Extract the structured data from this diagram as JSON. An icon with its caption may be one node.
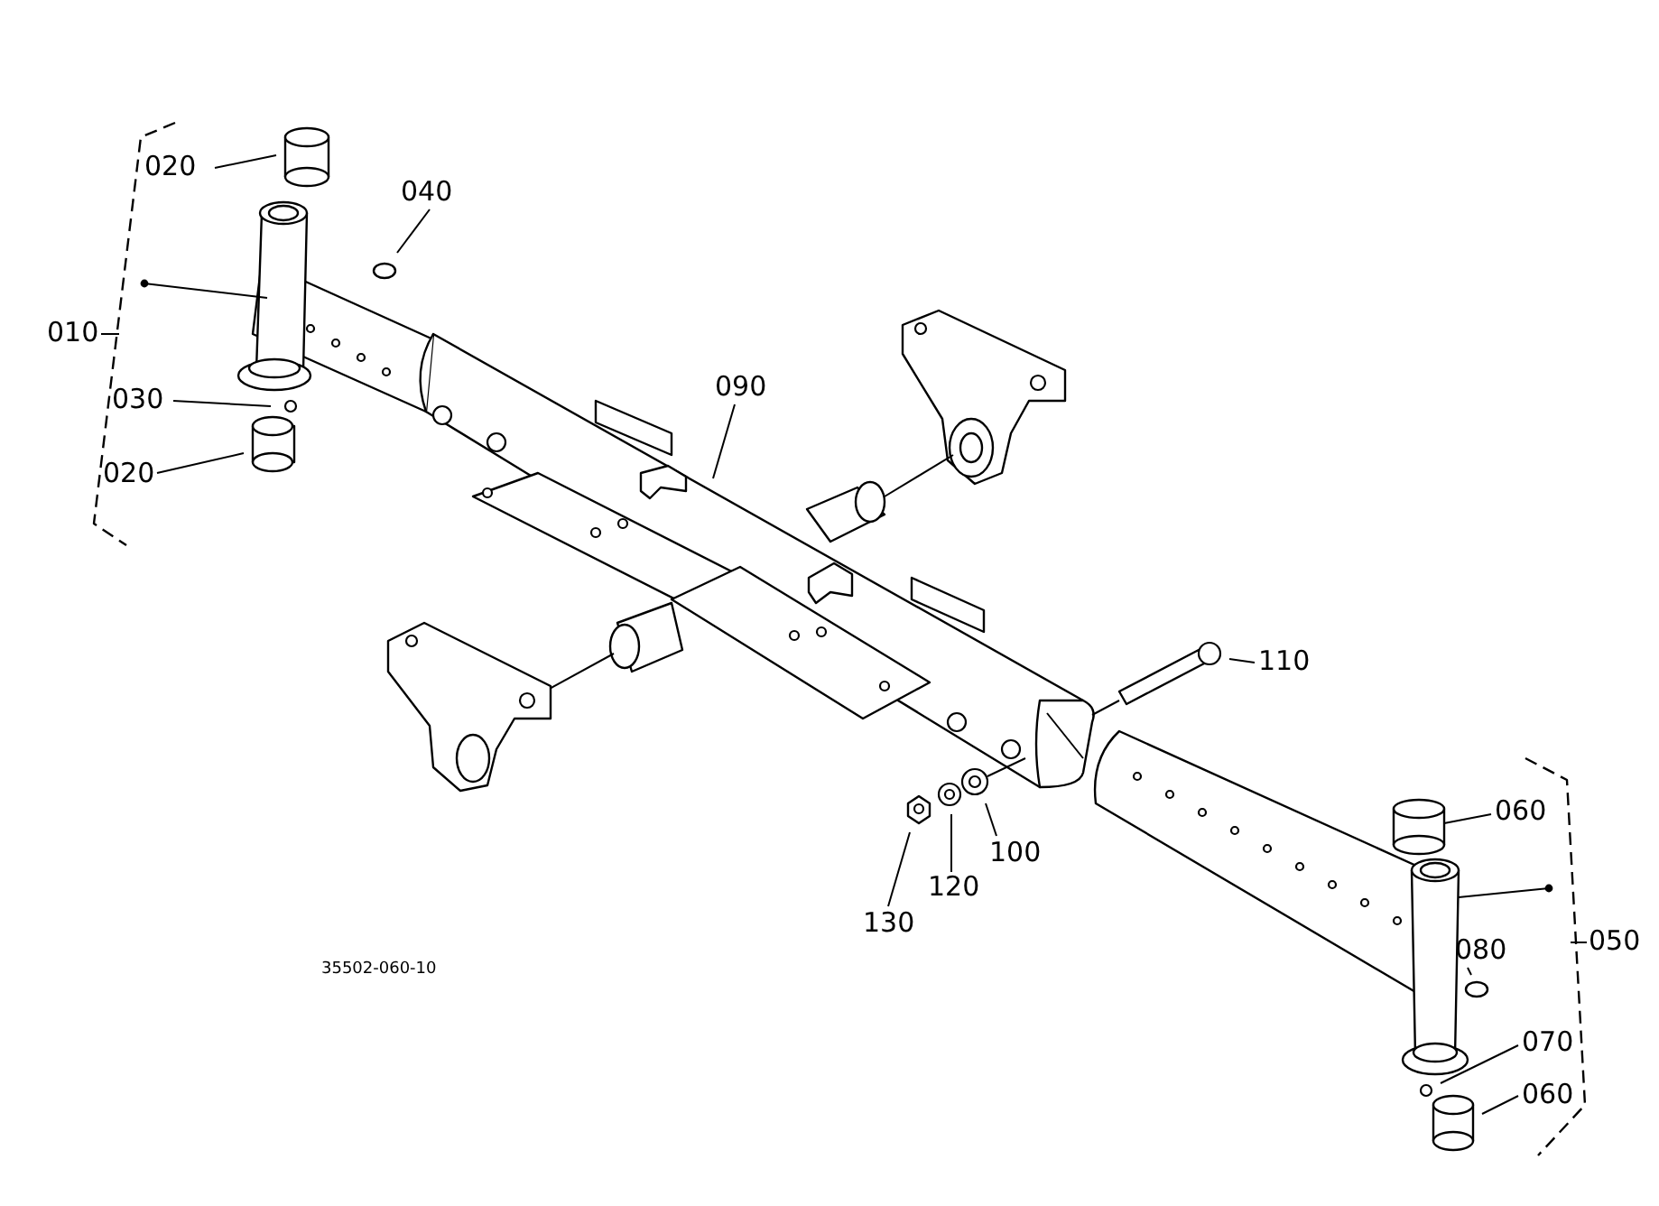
{
  "diagram": {
    "nodes": [
      {
        "text": [
          "020"
        ]
      },
      {
        "text": [
          "040"
        ]
      },
      {
        "text": [
          "010"
        ]
      },
      {
        "text": [
          "030"
        ]
      },
      {
        "text": [
          "090"
        ]
      },
      {
        "text": [
          "020"
        ]
      },
      {
        "text": [
          "110"
        ]
      },
      {
        "text": [
          "060"
        ]
      },
      {
        "text": [
          "100"
        ]
      },
      {
        "text": [
          "120"
        ]
      },
      {
        "text": [
          "050"
        ]
      },
      {
        "text": [
          "080"
        ]
      },
      {
        "text": [
          "130"
        ]
      },
      {
        "text": [
          "070"
        ]
      },
      {
        "text": [
          "060"
        ]
      }
    ],
    "edges": [
      {
        "from": 0,
        "to": null,
        "arrow": "none"
      },
      {
        "from": 1,
        "to": null,
        "arrow": "none"
      },
      {
        "from": 2,
        "to": null,
        "arrow": "none"
      },
      {
        "from": 3,
        "to": null,
        "arrow": "none"
      },
      {
        "from": 4,
        "to": null,
        "arrow": "none"
      },
      {
        "from": 5,
        "to": null,
        "arrow": "none"
      },
      {
        "from": 6,
        "to": null,
        "arrow": "none"
      },
      {
        "from": 7,
        "to": null,
        "arrow": "none"
      },
      {
        "from": 8,
        "to": null,
        "arrow": "none"
      },
      {
        "from": 9,
        "to": null,
        "arrow": "none"
      },
      {
        "from": 10,
        "to": null,
        "arrow": "none"
      },
      {
        "from": 11,
        "to": null,
        "arrow": "none"
      },
      {
        "from": 12,
        "to": null,
        "arrow": "none"
      },
      {
        "from": 13,
        "to": null,
        "arrow": "none"
      },
      {
        "from": 14,
        "to": null,
        "arrow": "none"
      }
    ],
    "labels": [
      "35502-060-10"
    ]
  }
}
